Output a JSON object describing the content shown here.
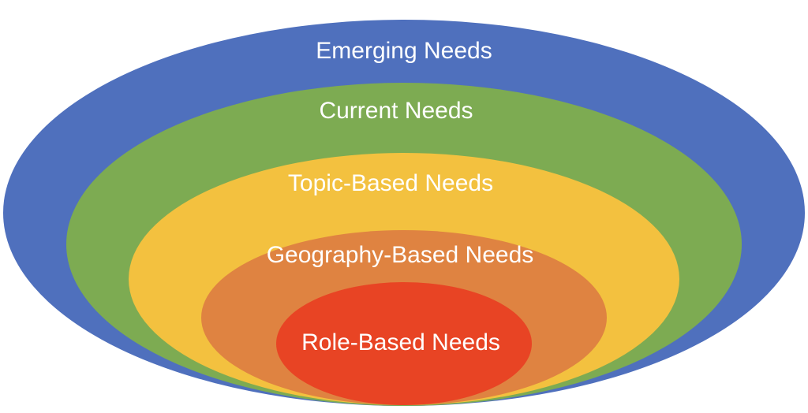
{
  "rings": [
    {
      "label": "Emerging Needs",
      "color": "#4F70BD"
    },
    {
      "label": "Current Needs",
      "color": "#7DAB52"
    },
    {
      "label": "Topic-Based Needs",
      "color": "#F3C13F"
    },
    {
      "label": "Geography-Based Needs",
      "color": "#DF8341"
    },
    {
      "label": "Role-Based Needs",
      "color": "#E84424"
    }
  ]
}
